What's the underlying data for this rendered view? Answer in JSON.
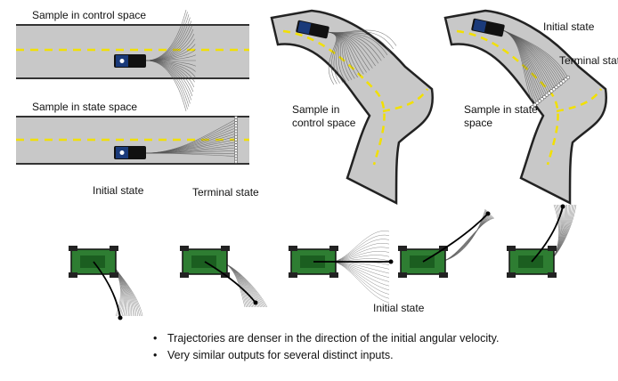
{
  "labels": {
    "top_left_control": "Sample in control space",
    "top_left_state": "Sample in state space",
    "initial_state_left": "Initial state",
    "terminal_state_left": "Terminal state",
    "curve_control": "Sample in control space",
    "curve_state": "Sample in state space",
    "curve_initial": "Initial state",
    "curve_terminal": "Terminal state",
    "bottom_initial": "Initial state"
  },
  "bullets": [
    "Trajectories are denser in the direction of the initial angular velocity.",
    "Very similar outputs for several distinct inputs."
  ],
  "colors": {
    "road": "#c8c8c8",
    "road_edge": "#333333",
    "lane": "#f2e000",
    "vehicle_body": "#1a3a7a",
    "robot_body": "#2e7d32",
    "trajectory": "#555555"
  },
  "icons": [
    "car-icon",
    "robot-icon",
    "arrow-icon"
  ]
}
